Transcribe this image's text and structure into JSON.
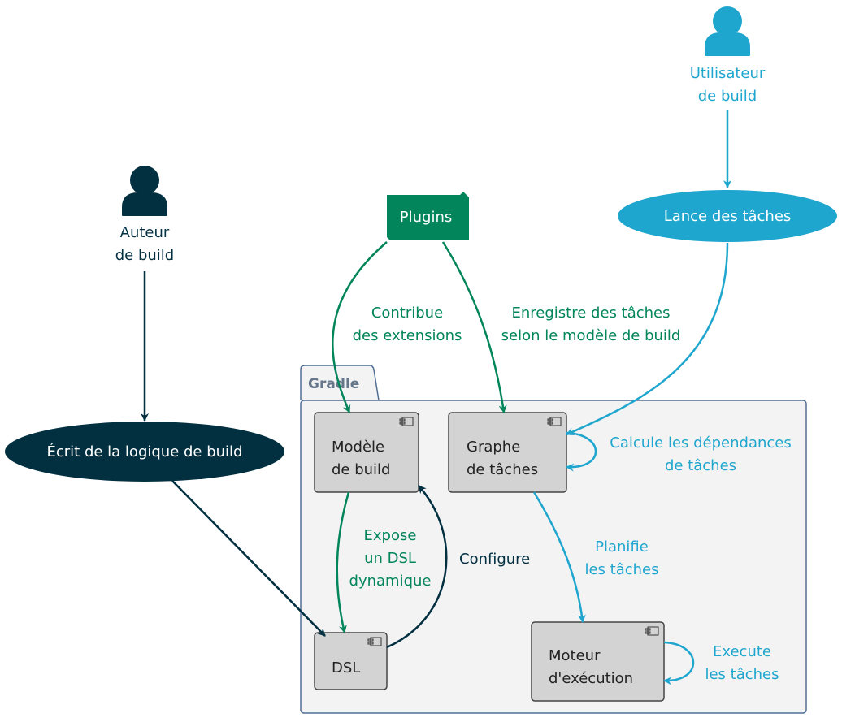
{
  "colors": {
    "dark": "#023040",
    "green": "#02855a",
    "cyan": "#1fa6ce",
    "package_border": "#4f6e95",
    "package_fill": "#f3f3f4",
    "package_title": "#65758a",
    "component_fill": "#d3d3d3",
    "component_border": "#444444"
  },
  "actors": {
    "build_author": {
      "line1": "Auteur",
      "line2": "de build",
      "icon": "person-icon"
    },
    "build_user": {
      "line1": "Utilisateur",
      "line2": "de build",
      "icon": "person-icon"
    }
  },
  "usecases": {
    "write_logic": "Écrit de la logique de build",
    "run_tasks": "Lance des tâches"
  },
  "plugins": {
    "label": "Plugins",
    "icon": "folder-icon"
  },
  "package": {
    "title": "Gradle"
  },
  "components": {
    "build_model": {
      "line1": "Modèle",
      "line2": "de build",
      "icon": "component-icon"
    },
    "task_graph": {
      "line1": "Graphe",
      "line2": "de tâches",
      "icon": "component-icon"
    },
    "dsl": {
      "line1": "DSL",
      "icon": "component-icon"
    },
    "engine": {
      "line1": "Moteur",
      "line2": "d'exécution",
      "icon": "component-icon"
    }
  },
  "edge_labels": {
    "contributes": {
      "line1": "Contribue",
      "line2": "des extensions"
    },
    "registers": {
      "line1": "Enregistre des tâches",
      "line2": "selon le modèle de build"
    },
    "computes": {
      "line1": "Calcule les dépendances",
      "line2": "de tâches"
    },
    "exposes": {
      "line1": "Expose",
      "line2": "un DSL",
      "line3": "dynamique"
    },
    "configures": {
      "line1": "Configure"
    },
    "schedules": {
      "line1": "Planifie",
      "line2": "les tâches"
    },
    "executes": {
      "line1": "Execute",
      "line2": "les tâches"
    }
  }
}
